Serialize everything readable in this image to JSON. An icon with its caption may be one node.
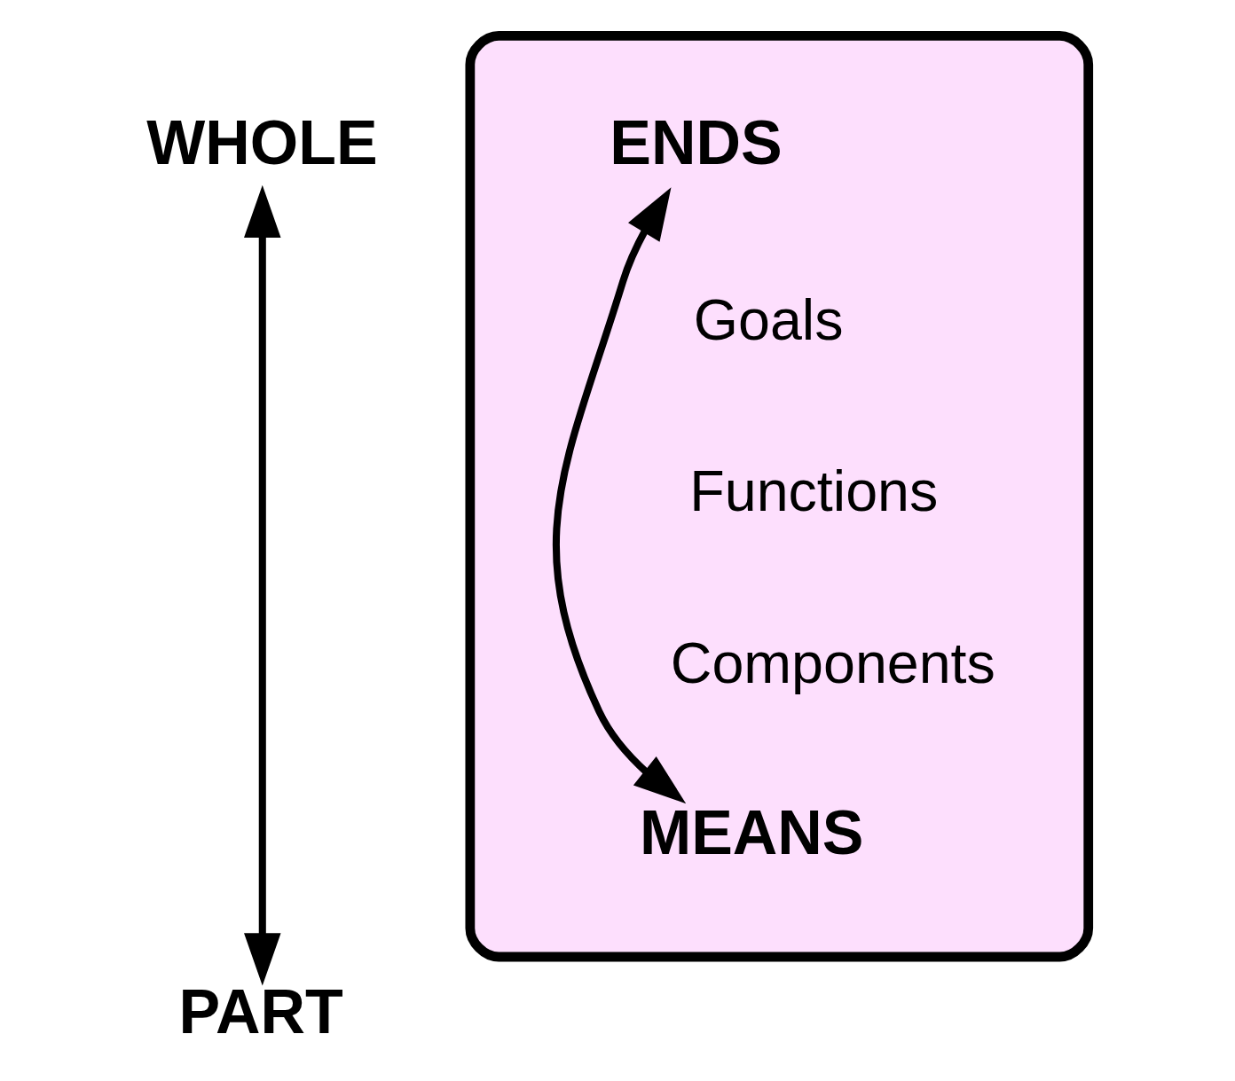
{
  "diagram": {
    "nodes": [
      {
        "text": [
          "WHOLE"
        ]
      },
      {
        "text": [],
        "shape": "box"
      },
      {
        "text": [
          "ENDS"
        ],
        "in": 1
      },
      {
        "text": [
          "MEANS"
        ],
        "in": 1
      },
      {
        "text": [
          "PART"
        ]
      }
    ],
    "edges": [
      {
        "from": 0,
        "to": 4,
        "arrow": "both"
      },
      {
        "from": 2,
        "to": 3,
        "arrow": "both"
      }
    ],
    "labels": [
      "Goals",
      "Functions",
      "Components"
    ]
  }
}
